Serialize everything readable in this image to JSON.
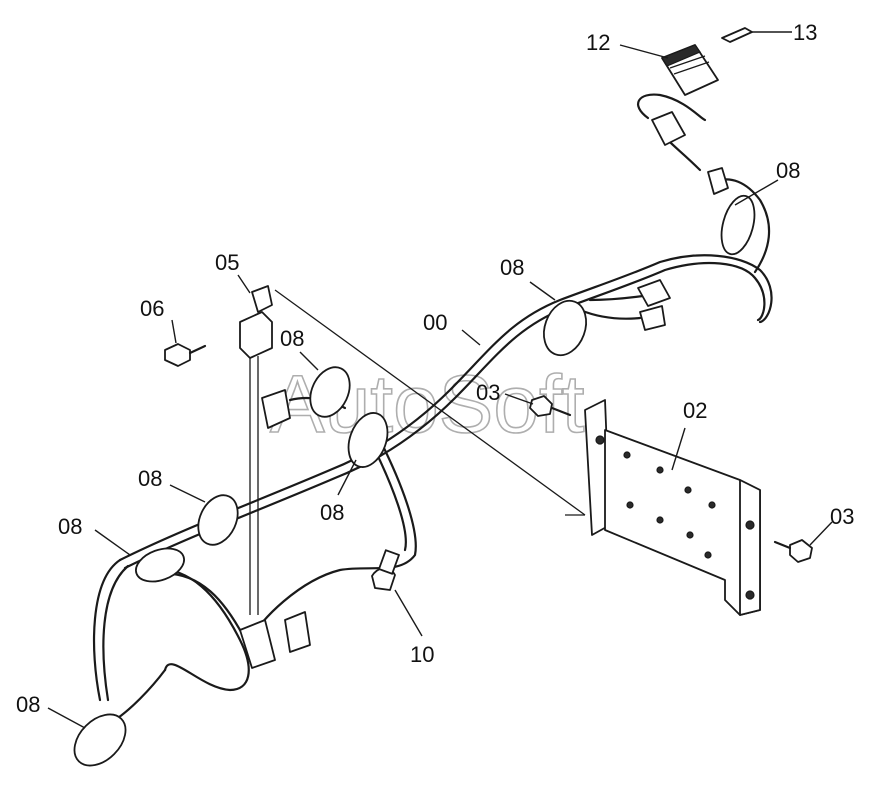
{
  "watermark": "AutoSoft",
  "labels": {
    "p00": "00",
    "p02": "02",
    "p03a": "03",
    "p03b": "03",
    "p05": "05",
    "p06": "06",
    "p08a": "08",
    "p08b": "08",
    "p08c": "08",
    "p08d": "08",
    "p08e": "08",
    "p08f": "08",
    "p08g": "08",
    "p10": "10",
    "p12": "12",
    "p13": "13"
  }
}
